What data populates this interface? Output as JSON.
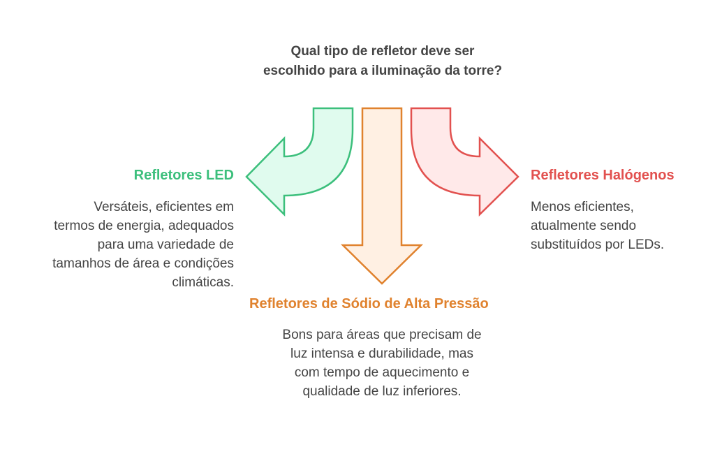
{
  "question": "Qual tipo de refletor deve ser escolhido para a iluminação da torre?",
  "options": [
    {
      "title": "Refletores LED",
      "description": "Versáteis, eficientes em termos de energia, adequados para uma variedade de tamanhos de área e condições climáticas.",
      "color": "#3cbf7c",
      "fill": "#e0fbee"
    },
    {
      "title": "Refletores de Sódio de Alta Pressão",
      "description": "Bons para áreas que precisam de luz intensa e durabilidade, mas com tempo de aquecimento e qualidade de luz inferiores.",
      "color": "#e0822e",
      "fill": "#fff0e3"
    },
    {
      "title": "Refletores Halógenos",
      "description": "Menos eficientes, atualmente sendo substituídos por LEDs.",
      "color": "#e2514f",
      "fill": "#ffe9e9"
    }
  ]
}
